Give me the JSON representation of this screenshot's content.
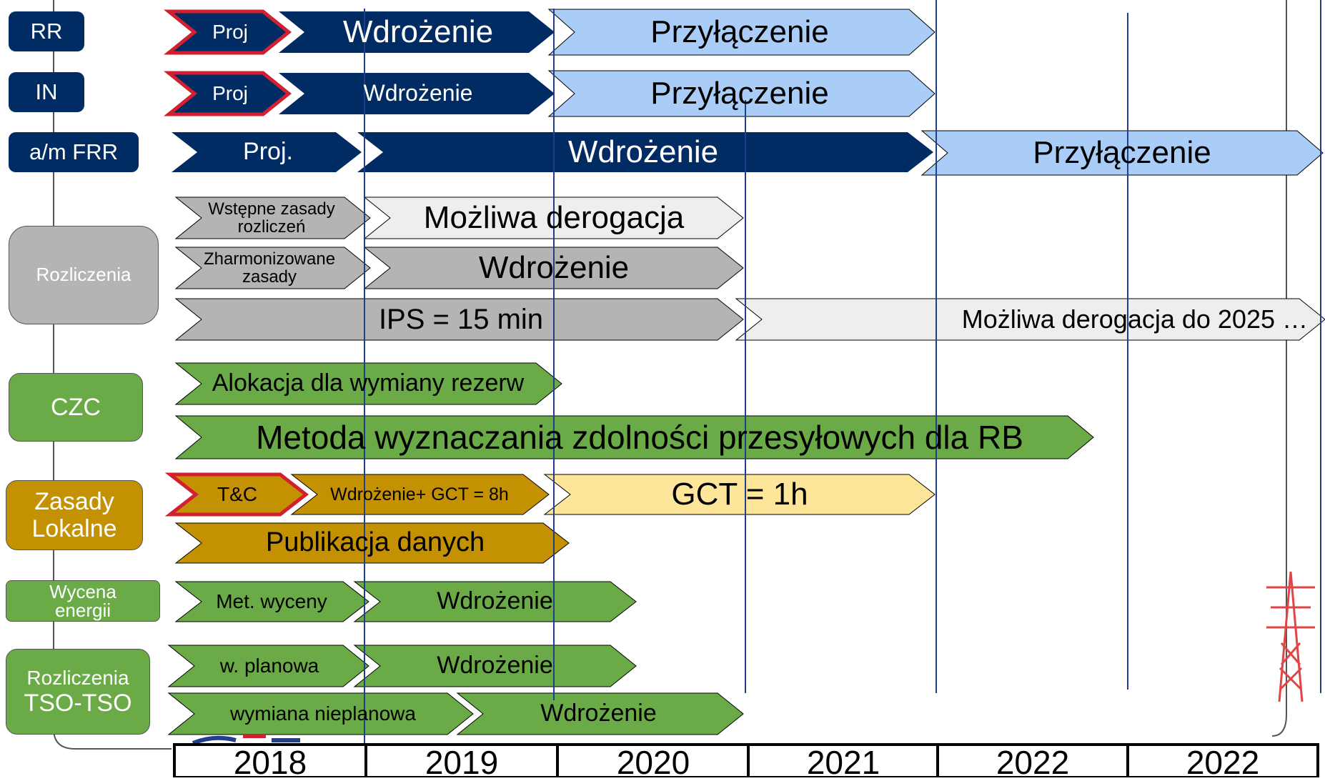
{
  "colors": {
    "navy": "#002b63",
    "light_blue": "#a9cdf7",
    "grey": "#b4b4b4",
    "light_grey": "#eeeeee",
    "green": "#6aab47",
    "gold": "#c49102",
    "light_yellow": "#fde59a",
    "red_outline": "#d32030",
    "tower": "#e04648"
  },
  "categories": {
    "rr": "RR",
    "in": "IN",
    "afrr": "a/m FRR",
    "settlement": "Rozliczenia",
    "czc": "CZC",
    "local_rules_1": "Zasady",
    "local_rules_2": "Lokalne",
    "energy_pricing_1": "Wycena",
    "energy_pricing_2": "energii",
    "tso_settlement_1": "Rozliczenia",
    "tso_settlement_2": "TSO-TSO"
  },
  "bars": {
    "rr_proj": "Proj",
    "rr_impl": "Wdrożenie",
    "rr_conn": "Przyłączenie",
    "in_proj": "Proj",
    "in_impl": "Wdrożenie",
    "in_conn": "Przyłączenie",
    "afrr_proj": "Proj.",
    "afrr_impl": "Wdrożenie",
    "afrr_conn": "Przyłączenie",
    "prelim_rules_1": "Wstępne zasady",
    "prelim_rules_2": "rozliczeń",
    "possible_derogation": "Możliwa derogacja",
    "harmonized_1": "Zharmonizowane",
    "harmonized_2": "zasady",
    "harmonized_impl": "Wdrożenie",
    "ips": "IPS = 15 min",
    "ips_derogation": "Możliwa derogacja do 2025 …",
    "czc_alloc": "Alokacja dla wymiany rezerw",
    "czc_method": "Metoda wyznaczania zdolności przesyłowych dla RB",
    "tc": "T&C",
    "gct8": "Wdrożenie+ GCT = 8h",
    "gct1": "GCT = 1h",
    "publication": "Publikacja danych",
    "pricing_method": "Met. wyceny",
    "pricing_impl": "Wdrożenie",
    "planned_exchange": "w. planowa",
    "planned_impl": "Wdrożenie",
    "unplanned_exchange": "wymiana nieplanowa",
    "unplanned_impl": "Wdrożenie"
  },
  "years": [
    "2018",
    "2019",
    "2020",
    "2021",
    "2022",
    "2022"
  ]
}
